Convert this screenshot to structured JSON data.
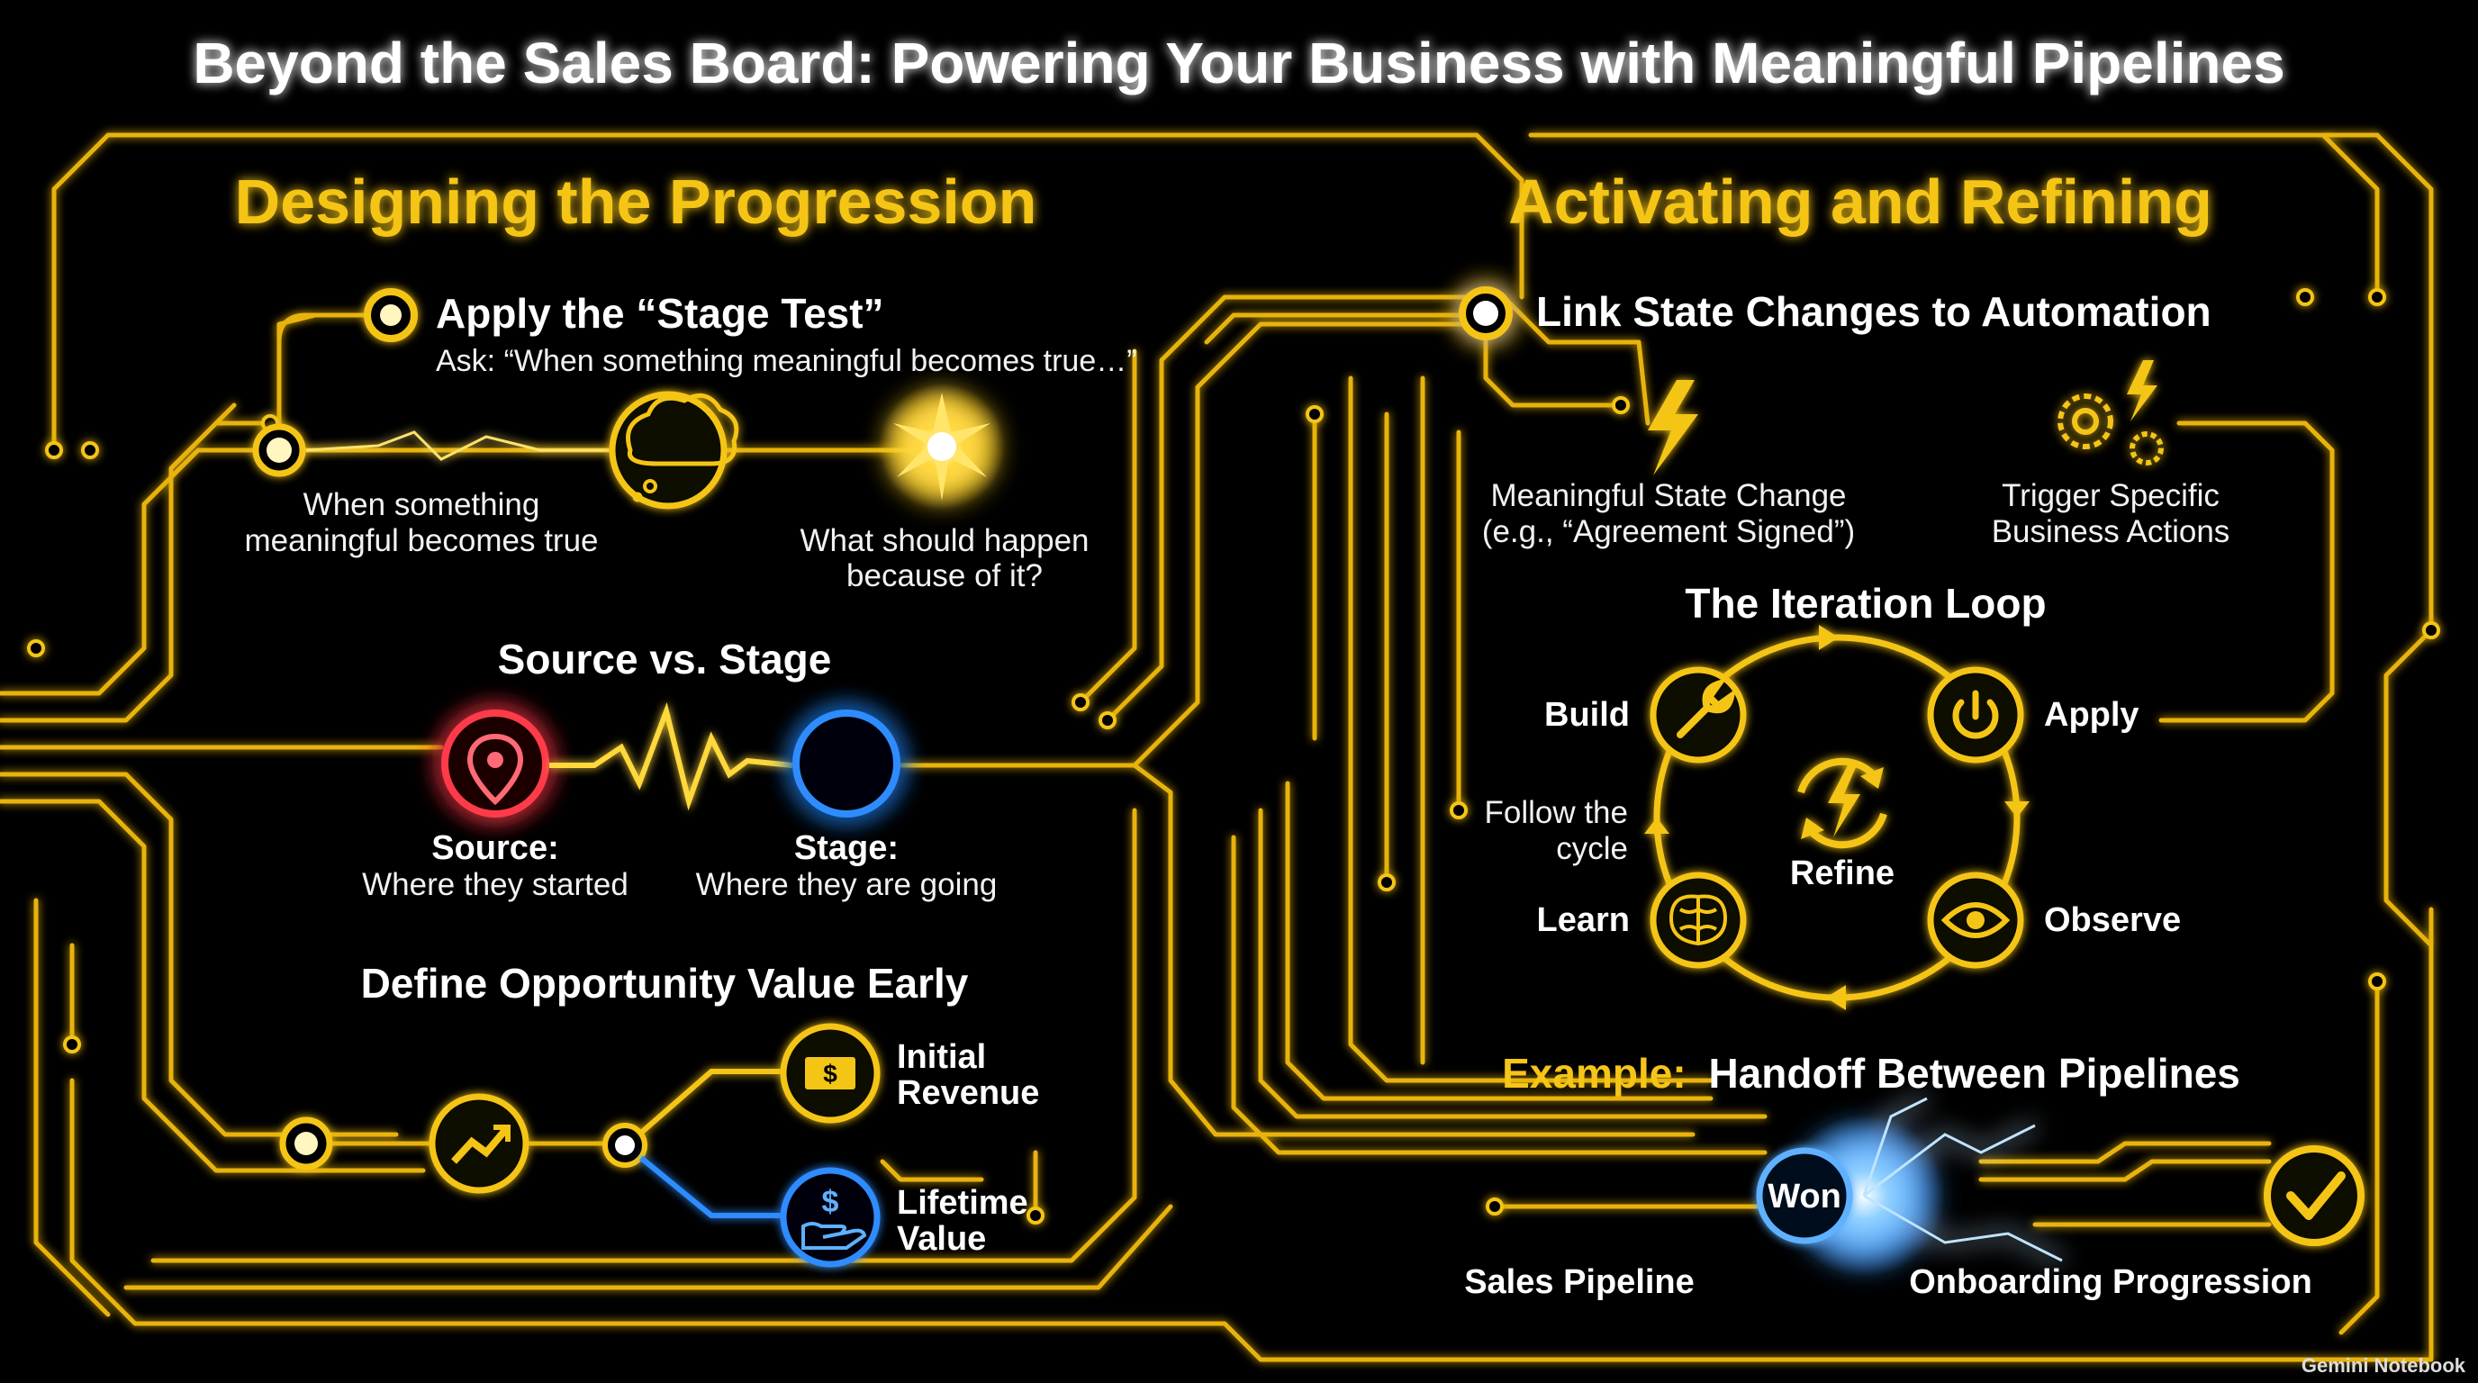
{
  "title": "Beyond the Sales Board: Powering Your Business with Meaningful Pipelines",
  "left": {
    "heading": "Designing the Progression",
    "stage_test": {
      "title": "Apply the “Stage Test”",
      "subtitle": "Ask: “When something meaningful becomes true…”",
      "left_caption": [
        "When something",
        "meaningful becomes true"
      ],
      "right_caption": [
        "What should happen",
        "because of it?"
      ]
    },
    "source_stage": {
      "title": "Source vs. Stage",
      "source_label": "Source:",
      "source_desc": "Where they started",
      "stage_label": "Stage:",
      "stage_desc": "Where they are going"
    },
    "opportunity": {
      "title": "Define Opportunity Value Early",
      "initial": [
        "Initial",
        "Revenue"
      ],
      "lifetime": [
        "Lifetime",
        "Value"
      ]
    }
  },
  "right": {
    "heading": "Activating and Refining",
    "automation": {
      "title": "Link State Changes to Automation",
      "state_change": [
        "Meaningful State Change",
        "(e.g., “Agreement Signed”)"
      ],
      "trigger": [
        "Trigger Specific",
        "Business Actions"
      ]
    },
    "loop": {
      "title": "The Iteration Loop",
      "build": "Build",
      "apply": "Apply",
      "observe": "Observe",
      "learn": "Learn",
      "refine": "Refine",
      "follow": [
        "Follow the",
        "cycle"
      ]
    },
    "handoff": {
      "prefix": "Example:",
      "title": "Handoff Between Pipelines",
      "won": "Won",
      "sales": "Sales Pipeline",
      "onboarding": "Onboarding Progression"
    }
  },
  "watermark": "Gemini Notebook",
  "colors": {
    "gold": "#f5c518",
    "trace": "#e8b30c",
    "red": "#ff3b4a",
    "blue": "#2f8cff",
    "background": "#000000"
  },
  "icons": [
    "map-pin-icon",
    "thought-bubble-icon",
    "burst-icon",
    "trend-up-icon",
    "dollar-bill-icon",
    "hand-dollar-icon",
    "lightning-icon",
    "gears-lightning-icon",
    "wrench-icon",
    "power-icon",
    "eye-icon",
    "brain-icon",
    "refresh-lightning-icon",
    "checkmark-icon"
  ]
}
